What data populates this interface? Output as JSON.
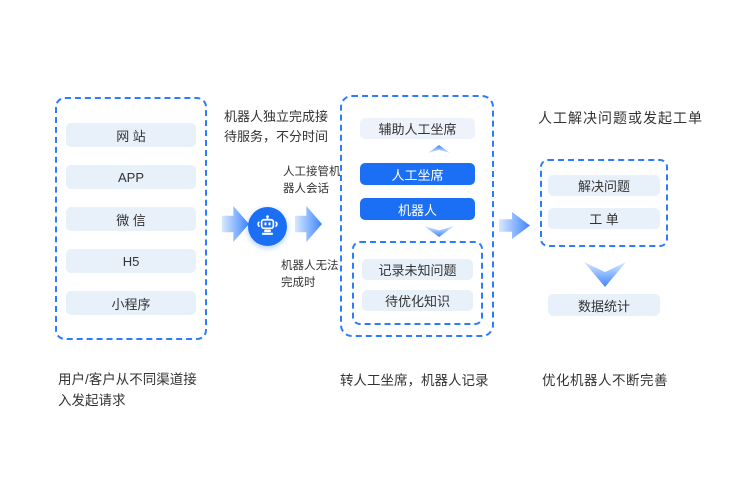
{
  "colors": {
    "accent": "#2b7cfe",
    "pill-blue": "#1b6ff5",
    "pill-light": "#e8f0fa",
    "text-dark": "#333333",
    "arrow-light": "#d9e8ff",
    "arrow-deep": "#3d86ff"
  },
  "channels": {
    "items": [
      "网 站",
      "APP",
      "微 信",
      "H5",
      "小程序"
    ],
    "caption": "用户/客户从不同渠道接入发起请求"
  },
  "flow": {
    "top_note": "机器人独立完成接待服务，不分时间",
    "takeover_note": "人工接管机器人会话",
    "unable_note": "机器人无法完成时",
    "robot_icon": "robot-icon"
  },
  "agent_panel": {
    "assist": "辅助人工坐席",
    "agent": "人工坐席",
    "robot": "机器人",
    "record": {
      "items": [
        "记录未知问题",
        "待优化知识"
      ]
    },
    "caption": "转人工坐席，机器人记录"
  },
  "resolution": {
    "title": "人工解决问题或发起工单",
    "box_items": [
      "解决问题",
      "工 单"
    ],
    "stats": "数据统计",
    "caption": "优化机器人不断完善"
  }
}
